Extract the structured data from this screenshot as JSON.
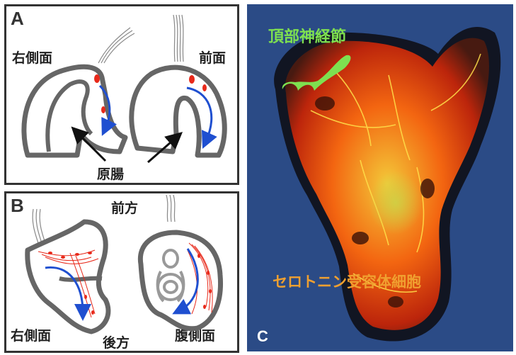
{
  "panelA": {
    "label": "A",
    "right_side_label": "右側面",
    "front_label": "前面",
    "gut_label": "原腸"
  },
  "panelB": {
    "label": "B",
    "anterior_label": "前方",
    "right_side_label": "右側面",
    "posterior_label": "後方",
    "ventral_label": "腹側面"
  },
  "panelC": {
    "label": "C",
    "apical_ganglion_label": "頂部神経節",
    "serotonin_receptor_cells_label": "セロトニン受容体細胞",
    "colors": {
      "background": "#2b4b86",
      "apical_ganglion": "#7ee050",
      "serotonin_label": "#f0a030",
      "cell_glow": "#ff6a10"
    }
  }
}
